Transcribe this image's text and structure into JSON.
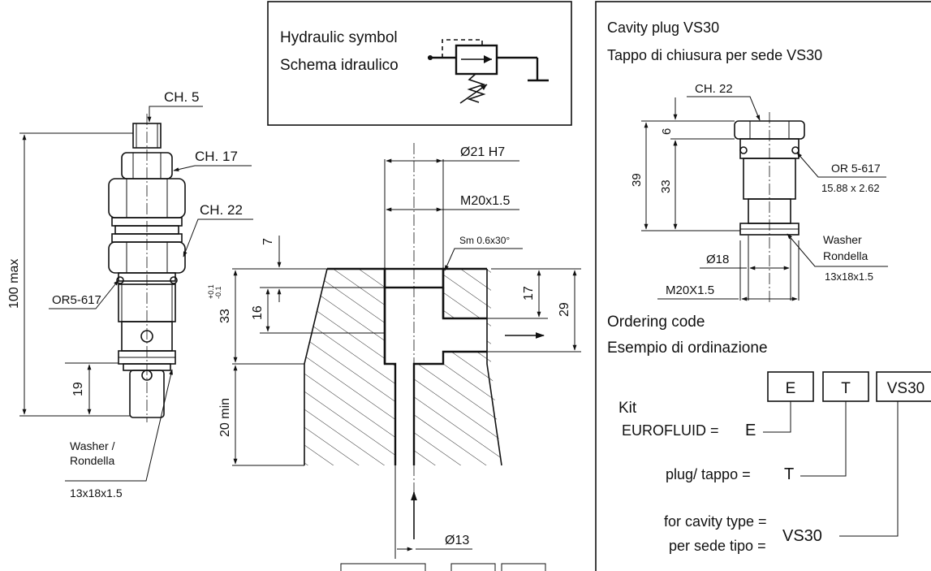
{
  "symbol_box": {
    "line1": "Hydraulic symbol",
    "line2": "Schema idraulico"
  },
  "valve_labels": {
    "ch5": "CH. 5",
    "ch17": "CH. 17",
    "ch22": "CH. 22",
    "or": "OR5-617",
    "height": "100 max",
    "dim19": "19",
    "washer1": "Washer /",
    "washer2": "Rondella",
    "washer_size": "13x18x1.5"
  },
  "cavity_labels": {
    "d21": "Ø21 H7",
    "thread": "M20x1.5",
    "chamfer": "Sm 0.6x30°",
    "dim7": "7",
    "dim33": "33",
    "tol_plus": "+0.1",
    "tol_minus": "-0.1",
    "dim16": "16",
    "dim17": "17",
    "dim29": "29",
    "dim20": "20 min",
    "d13": "Ø13"
  },
  "plug_panel": {
    "title1": "Cavity plug VS30",
    "title2": "Tappo di chiusura per sede VS30",
    "ch22": "CH. 22",
    "dim6": "6",
    "dim39": "39",
    "dim33": "33",
    "or": "OR 5-617",
    "or_size": "15.88 x 2.62",
    "washer1": "Washer",
    "washer2": "Rondella",
    "washer_size": "13x18x1.5",
    "d18": "Ø18",
    "thread": "M20X1.5"
  },
  "ordering": {
    "title1": "Ordering code",
    "title2": "Esempio di ordinazione",
    "boxes": [
      "E",
      "T",
      "VS30"
    ],
    "kit": "Kit",
    "eurofluid": "EUROFLUID = ",
    "eurofluid_code": "E",
    "plug": "plug/ tappo = ",
    "plug_code": "T",
    "cavity1": "for cavity type =",
    "cavity2": "per sede tipo =",
    "cavity_code": "VS30"
  }
}
